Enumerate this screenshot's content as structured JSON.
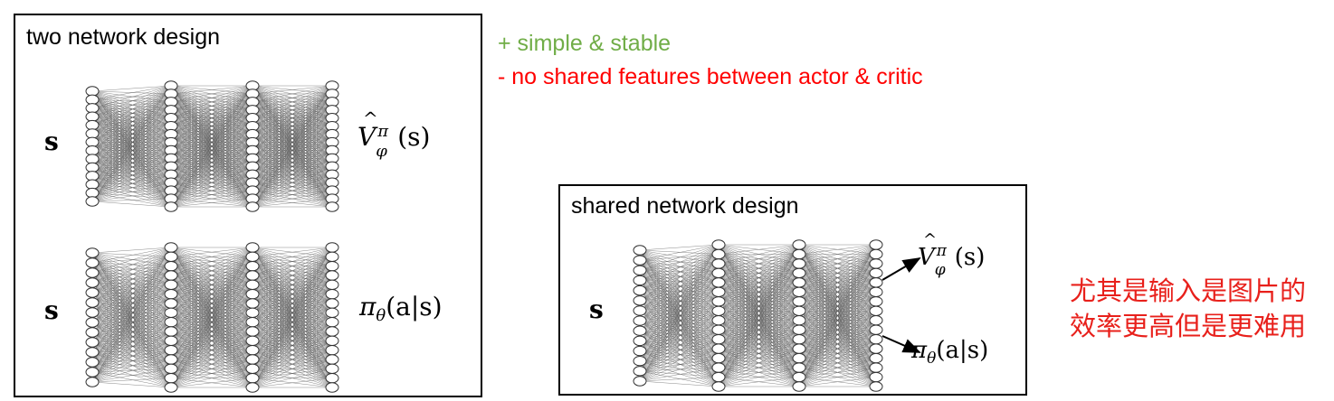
{
  "two_network": {
    "title": "two network design",
    "critic": {
      "input": "s",
      "output_main": "V",
      "output_sup": "π",
      "output_sub": "φ",
      "output_arg": "(s)"
    },
    "actor": {
      "input": "s",
      "output_main": "π",
      "output_sub": "θ",
      "output_arg": "(a|s)"
    }
  },
  "notes": {
    "pro": "+ simple & stable",
    "con": "- no shared features between actor & critic",
    "pro_color": "#70ad47",
    "con_color": "#ff0000"
  },
  "shared_network": {
    "title": "shared network design",
    "input": "s",
    "critic_output": {
      "main": "V",
      "sup": "π",
      "sub": "φ",
      "arg": "(s)"
    },
    "actor_output": {
      "main": "π",
      "sub": "θ",
      "arg": "(a|s)"
    }
  },
  "annotation": {
    "line1": "尤其是输入是图片的",
    "line2": "效率更高但是更难用",
    "color": "#e8201b"
  }
}
